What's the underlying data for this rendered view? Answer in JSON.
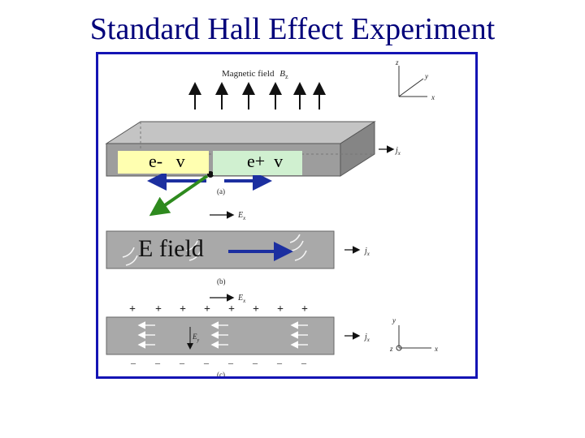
{
  "title": "Standard Hall Effect Experiment",
  "figure": {
    "magnetic_field_label": "Magnetic field",
    "magnetic_field_symbol": "B",
    "magnetic_field_sub": "z",
    "current_symbol": "j",
    "current_sub": "x",
    "efield_symbol": "E",
    "efield_sub_x": "x",
    "efield_sub_y": "y",
    "panel_a": "(a)",
    "panel_b": "(b)",
    "panel_c": "(c)",
    "axes": {
      "x": "x",
      "y": "y",
      "z": "z"
    },
    "plus_row": [
      "+",
      "+",
      "+",
      "+",
      "+",
      "+",
      "+",
      "+"
    ],
    "minus_row": [
      "–",
      "–",
      "–",
      "–",
      "–",
      "–",
      "–",
      "–"
    ]
  },
  "overlays": {
    "electron_label": "e-   v",
    "hole_label": "e+  v",
    "efield_label": "E field"
  },
  "colors": {
    "title": "#00007a",
    "frame": "#1414b4",
    "blue_arrow": "#1c2fa0",
    "green_arrow": "#2e8a1e",
    "slab": "#a9a9a9"
  }
}
